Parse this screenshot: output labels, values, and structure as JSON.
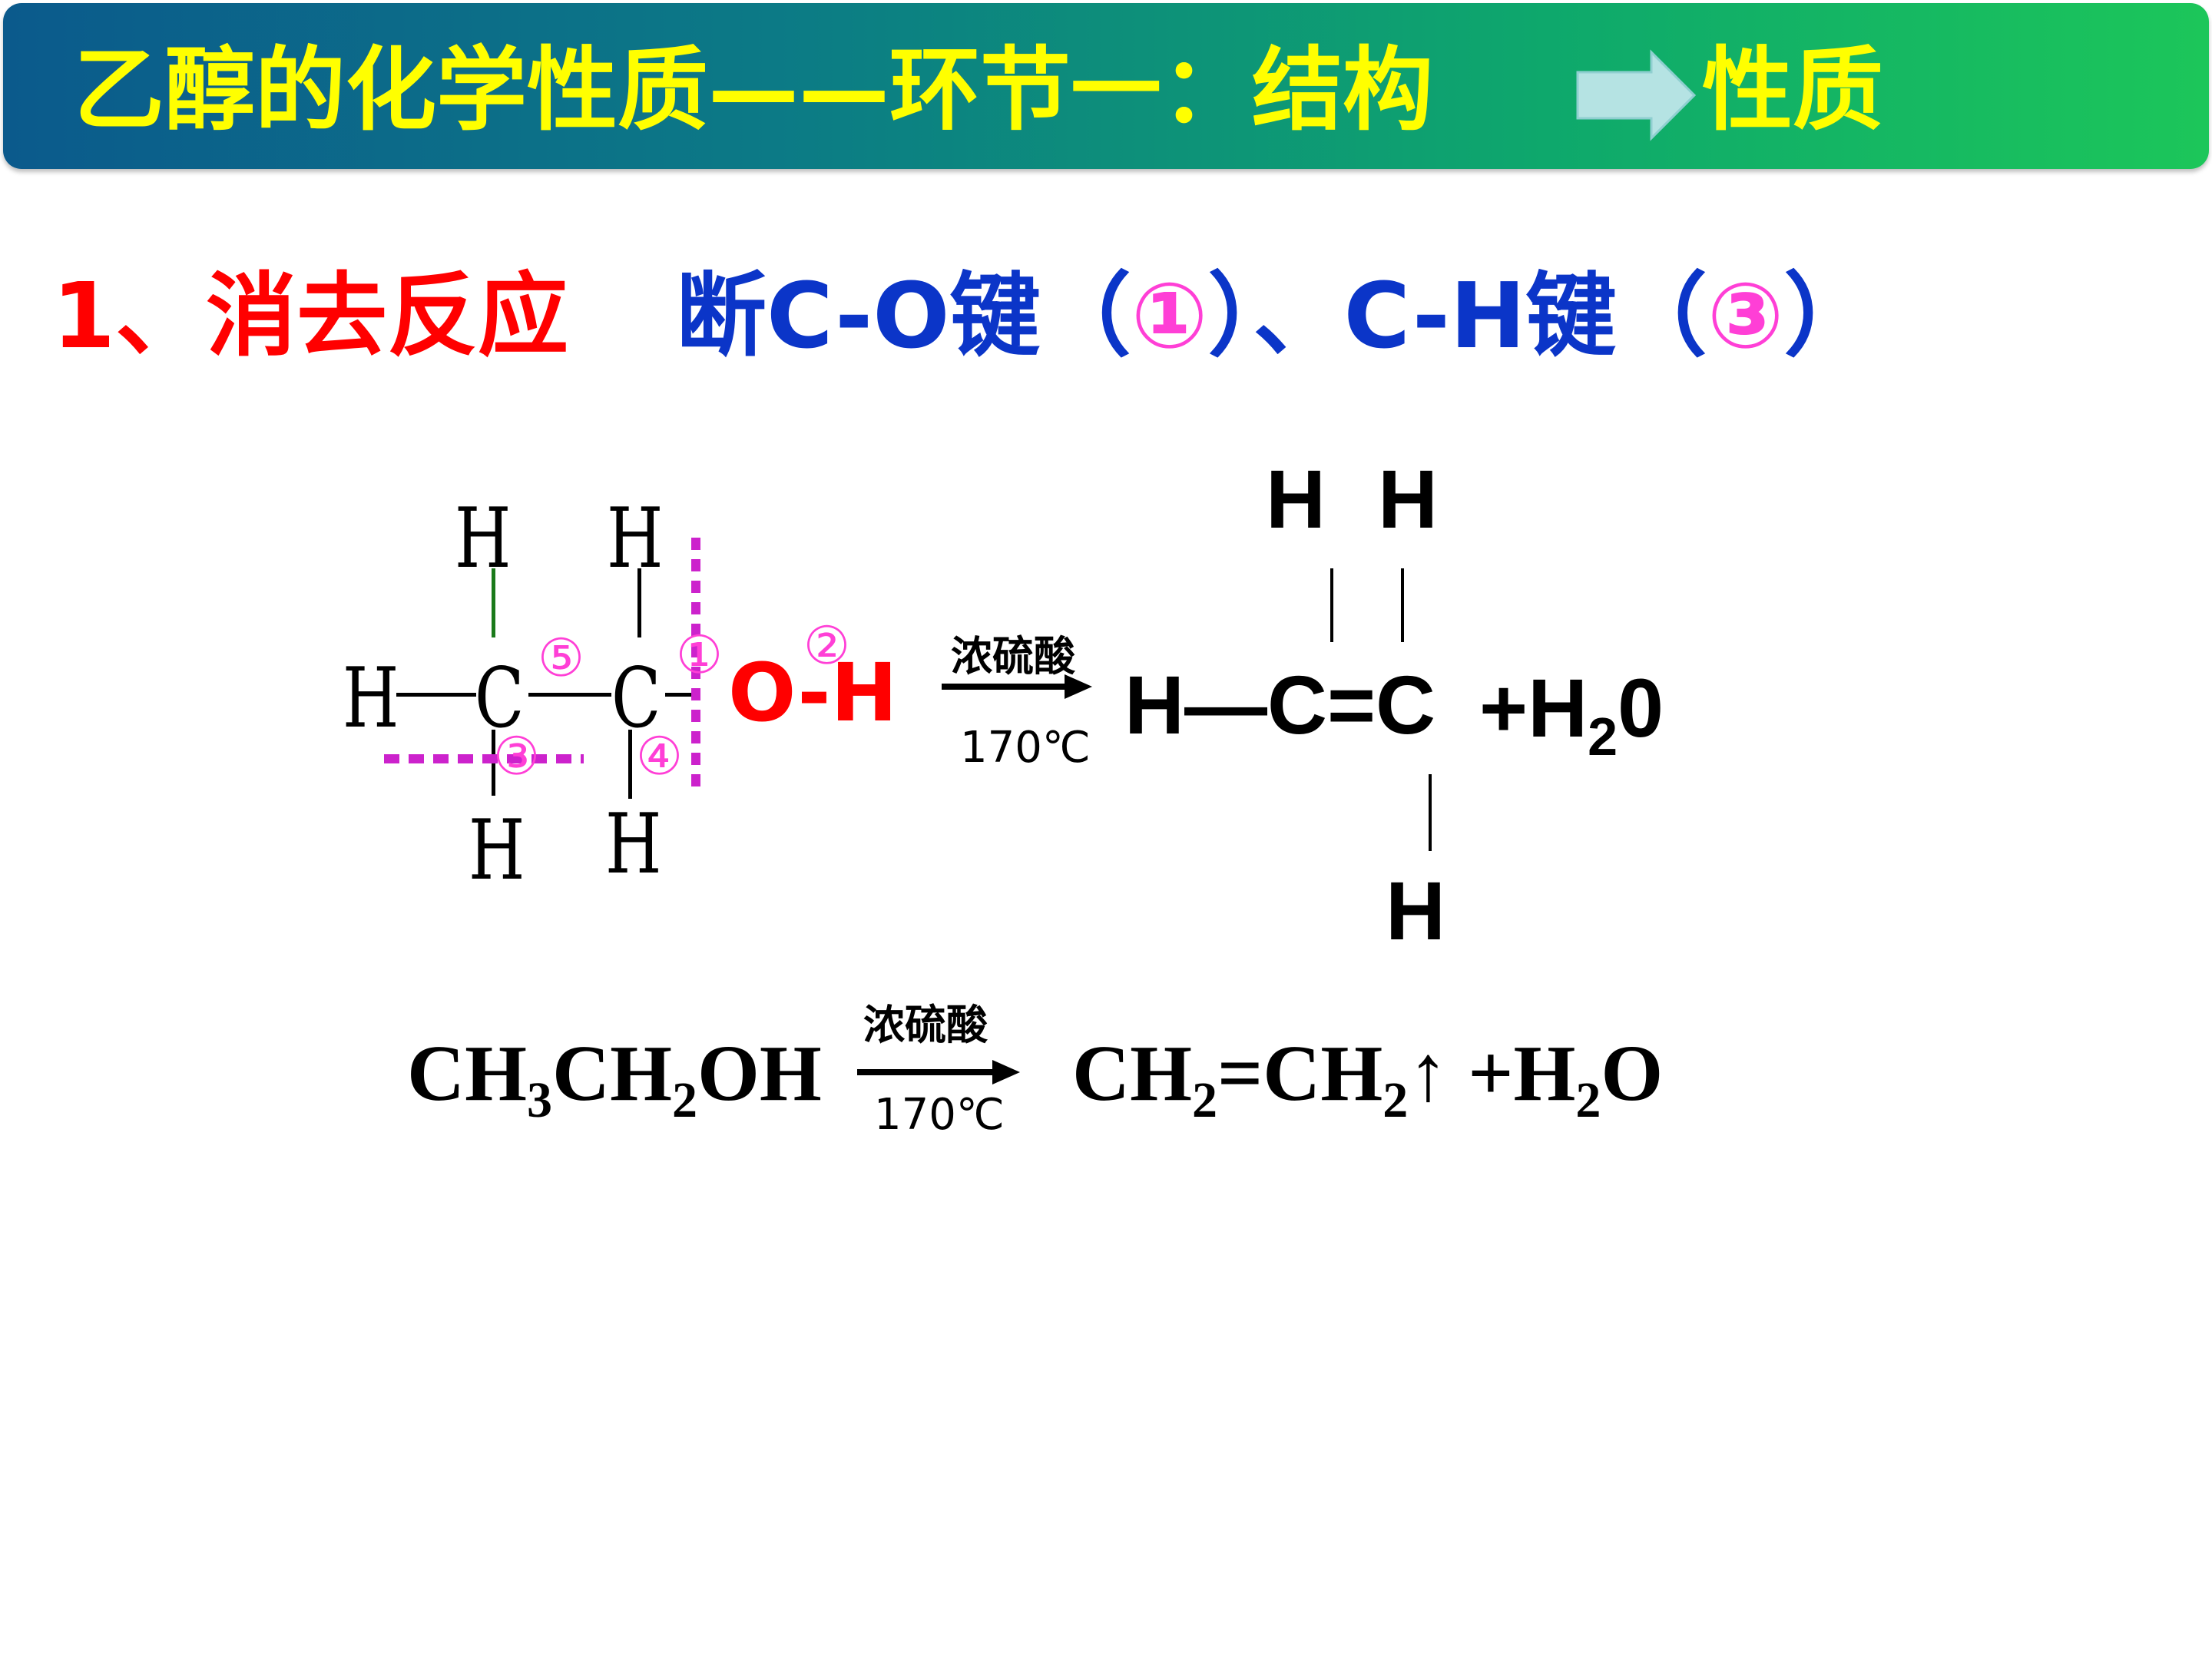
{
  "title": {
    "text": "乙醇的化学性质——环节一：结构",
    "suffix": "性质"
  },
  "heading": {
    "red": "1、消去反应",
    "blue_prefix": "断C-O键（",
    "circ1": "①",
    "blue_mid": "）、C-H键（",
    "circ3": "③",
    "blue_suffix": "）"
  },
  "structure": {
    "h": "H",
    "c": "C",
    "oh": "O-H",
    "nums": {
      "n1": "①",
      "n2": "②",
      "n3": "③",
      "n4": "④",
      "n5": "⑤"
    }
  },
  "conditions": {
    "catalyst": "浓硫酸",
    "temperature": "170℃"
  },
  "product": {
    "h": "H",
    "main": "H—C=C",
    "water_plus": "+H",
    "water_sub": "2",
    "water_o": "0"
  },
  "equation": {
    "reactant": {
      "a": "CH",
      "s1": "3",
      "b": "CH",
      "s2": "2",
      "c": "OH"
    },
    "product": {
      "a": "CH",
      "s1": "2",
      "b": "=CH",
      "s2": "2",
      "c": "↑ +H",
      "s3": "2",
      "d": "O"
    }
  },
  "colors": {
    "title_text": "#ffff00",
    "heading_red": "#ff0000",
    "heading_blue": "#0b35c8",
    "marker_pink": "#ff3fd6",
    "cut_line": "#cc22cc",
    "bond_green": "#1a7a1a"
  }
}
